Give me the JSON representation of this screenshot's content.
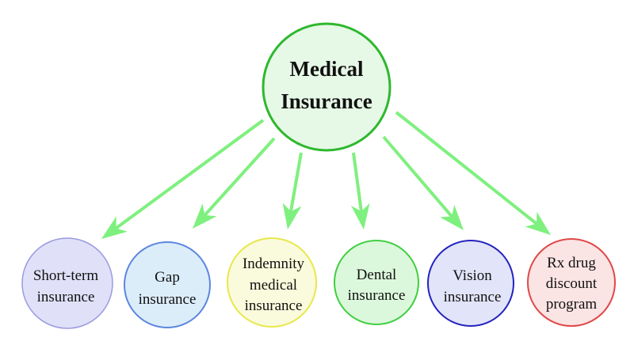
{
  "center": {
    "lines": [
      "Medical",
      "Insurance"
    ],
    "fill": "#e6f8e6",
    "stroke": "#2eb82e"
  },
  "arrow_color": "#7ef07e",
  "nodes": [
    {
      "lines": [
        "Short-term",
        "insurance"
      ],
      "fill": "#e0e0f8",
      "stroke": "#9a9ae0"
    },
    {
      "lines": [
        "Gap",
        "insurance"
      ],
      "fill": "#dcedfa",
      "stroke": "#5c86e0"
    },
    {
      "lines": [
        "Indemnity",
        "medical",
        "insurance"
      ],
      "fill": "#fafadc",
      "stroke": "#e8e84c"
    },
    {
      "lines": [
        "Dental",
        "insurance"
      ],
      "fill": "#dcf8dc",
      "stroke": "#3fcf3f"
    },
    {
      "lines": [
        "Vision",
        "insurance"
      ],
      "fill": "#e2e4f9",
      "stroke": "#2323c0"
    },
    {
      "lines": [
        "Rx drug",
        "discount",
        "program"
      ],
      "fill": "#fbe4e4",
      "stroke": "#e04848"
    }
  ]
}
